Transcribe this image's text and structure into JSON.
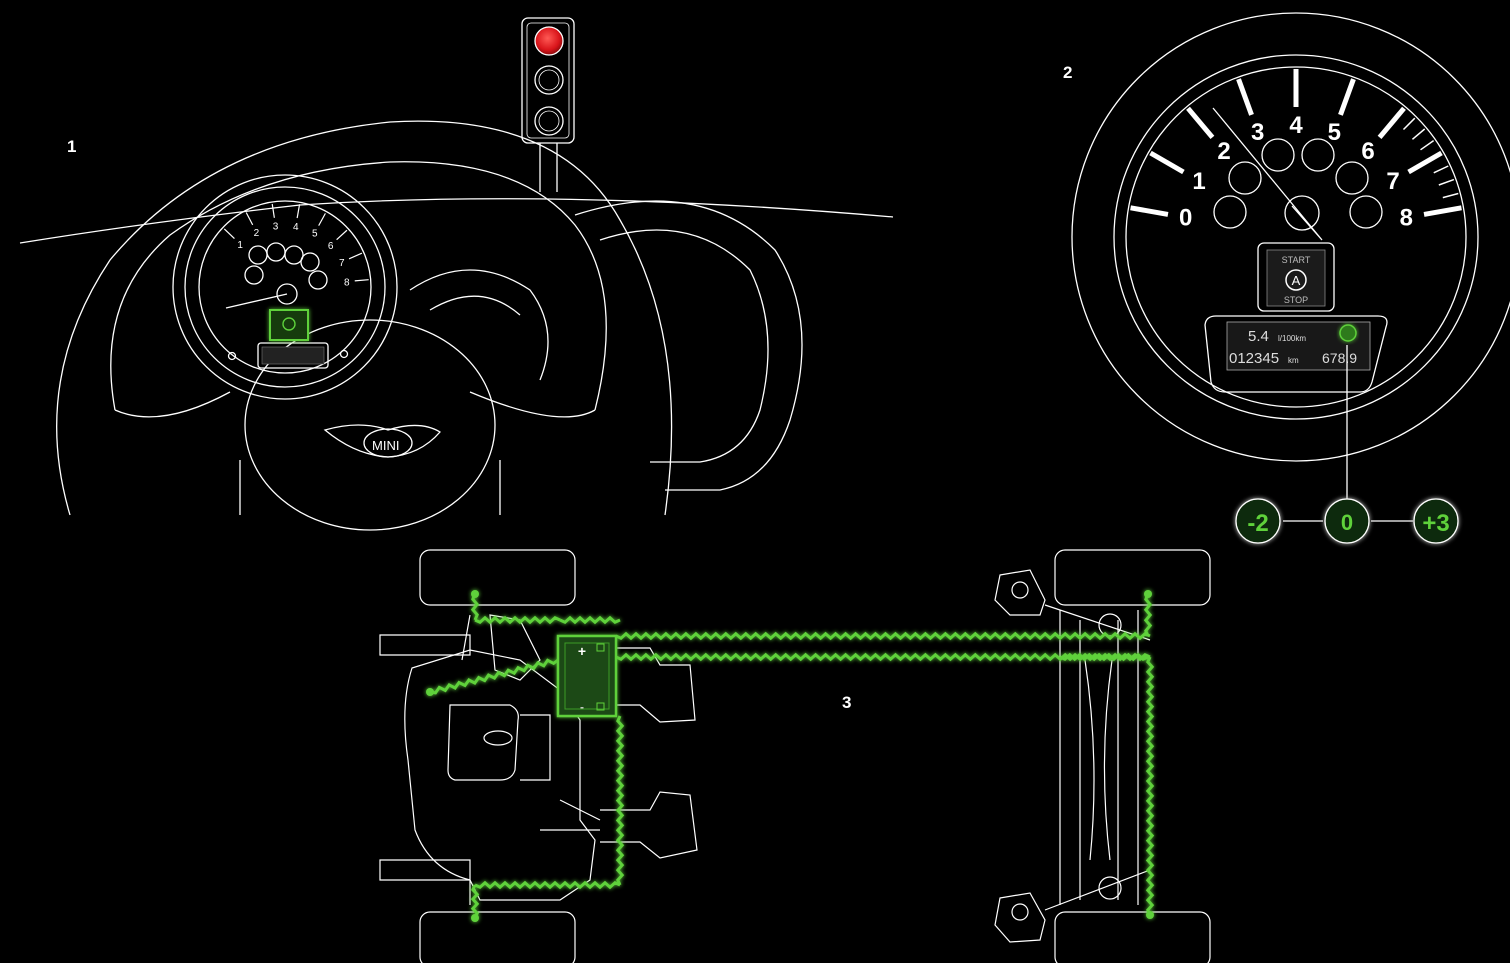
{
  "diagram": {
    "panel_numbers": {
      "one": "1",
      "two": "2",
      "three": "3"
    },
    "dashboard": {
      "logo_text": "MINI",
      "tach_numbers": [
        "1",
        "2",
        "3",
        "4",
        "5",
        "6",
        "7",
        "8"
      ]
    },
    "tachometer": {
      "scale_numbers": [
        "0",
        "1",
        "2",
        "3",
        "4",
        "5",
        "6",
        "7",
        "8"
      ],
      "indicator_top": "START",
      "indicator_symbol": "A",
      "indicator_bottom": "STOP",
      "display_line1_value": "5.4",
      "display_line1_unit": "l/100km",
      "display_line2_value": "012345",
      "display_line2_unit": "km",
      "display_line2_right": "678.9"
    },
    "selector": {
      "left_label": "-2",
      "middle_label": "0",
      "right_label": "+3"
    },
    "battery": {
      "plus": "+",
      "minus": "-"
    },
    "colors": {
      "line": "#ffffff",
      "highlight": "#5ed13a",
      "signal_red": "#e0161c",
      "background": "#000000"
    }
  }
}
